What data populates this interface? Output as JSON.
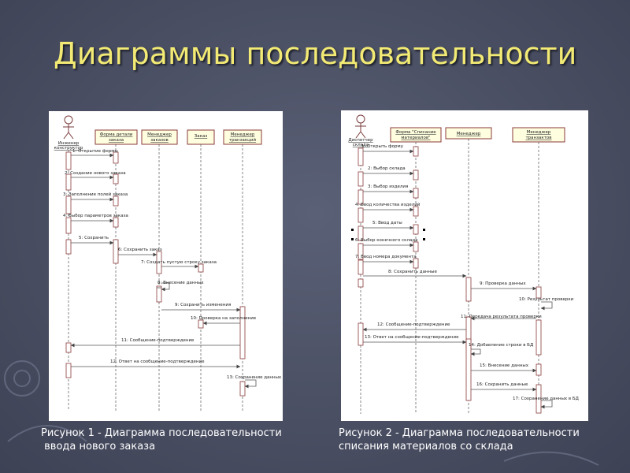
{
  "slide": {
    "title": "Диаграммы последовательности"
  },
  "figures": [
    {
      "actor": {
        "line1": "Инженер",
        "line2": "конструктор"
      },
      "objects": [
        {
          "line1": "Форма детали",
          "line2": "заказа"
        },
        {
          "line1": "Менеджер",
          "line2": "заказов"
        },
        {
          "line1": "Заказ",
          "line2": ""
        },
        {
          "line1": "Менеджер",
          "line2": "транзакций"
        }
      ],
      "messages": [
        "1: Открытие формы",
        "2: Создание нового заказа",
        "3: Заполнение полей заказа",
        "4: Выбор параметров заказа",
        "5: Сохранить",
        "6: Сохранить заказ",
        "7: Создать пустую строку заказа",
        "8: Внесение данных",
        "9: Сохранить изменения",
        "10: Проверка на заполнение",
        "11: Сообщение-подтверждение",
        "12: Ответ на сообщение-подтверждение",
        "13: Сохранение данных"
      ],
      "caption": "Рисунок 1 - Диаграмма последовательности\n ввода нового заказа"
    },
    {
      "actor": {
        "line1": "Диспетчер",
        "line2": "склада"
      },
      "objects": [
        {
          "line1": "Форма \"Списание",
          "line2": "материалов\""
        },
        {
          "line1": "Менеджер",
          "line2": ""
        },
        {
          "line1": "Менеджер",
          "line2": "транзактов"
        }
      ],
      "messages": [
        "1: Открыть форму",
        "2: Выбор склада",
        "3: Выбор изделия",
        "4: Ввод количества изделий",
        "5: Ввод даты",
        "6: Выбор конечного склада",
        "7: Ввод номера документа",
        "8: Сохранить данные",
        "9: Проверка данных",
        "10: Результат проверки",
        "11: Передача результата проверки",
        "12: Сообщение-подтверждение",
        "13: Ответ на сообщение-подтверждение",
        "14: Добавление строки в БД",
        "15: Внесение данных",
        "16: Сохранить данные",
        "17: Сохранение данных в БД"
      ],
      "caption": "Рисунок 2 - Диаграмма последовательности\nсписания материалов со склада"
    }
  ]
}
